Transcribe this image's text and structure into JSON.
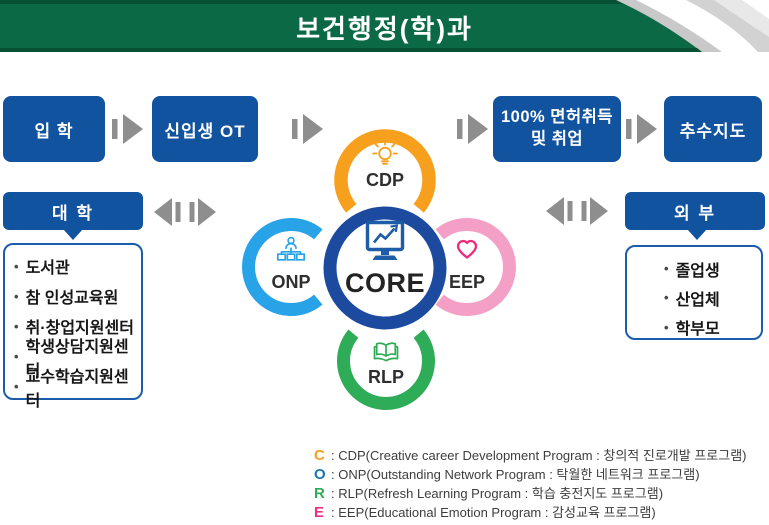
{
  "banner": {
    "title": "보건행정(학)과"
  },
  "flow": {
    "box1": "입 학",
    "box2": "신입생 OT",
    "box3_line1": "100% 면허취득",
    "box3_line2": "및 취업",
    "box4": "추수지도"
  },
  "university": {
    "title": "대 학",
    "items": [
      "도서관",
      "참 인성교육원",
      "취·창업지원센터",
      "학생상담지원센터",
      "교수학습지원센터"
    ]
  },
  "external": {
    "title": "외 부",
    "items": [
      "졸업생",
      "산업체",
      "학부모"
    ]
  },
  "core": {
    "center": "CORE",
    "top": "CDP",
    "left": "ONP",
    "right": "EEP",
    "bottom": "RLP"
  },
  "legend": [
    {
      "letter": "C",
      "text": ": CDP(Creative career Development Program : 창의적 진로개발 프로그램)"
    },
    {
      "letter": "O",
      "text": ": ONP(Outstanding Network Program : 탁월한 네트워크 프로그램)"
    },
    {
      "letter": "R",
      "text": ": RLP(Refresh Learning Program : 학습 충전지도 프로그램)"
    },
    {
      "letter": "E",
      "text": ": EEP(Educational Emotion Program : 감성교육 프로그램)"
    }
  ],
  "glyphs": {
    "bullet": "•"
  },
  "colors": {
    "banner_green": "#0B6A45",
    "banner_green_dark": "#075034",
    "box_blue": "#11539F",
    "list_border_blue": "#1B5CAB",
    "arrow_gray": "#8E8E8E",
    "core_navy": "#1B4A9E",
    "cdp_orange": "#F6A01D",
    "onp_blue": "#29A3E8",
    "eep_pink": "#F4A0C6",
    "eep_heart_pink": "#EE2A7C",
    "rlp_green": "#2EAC57",
    "monitor_blue": "#1E5CA8",
    "legend_o_blue": "#1C75BC",
    "legend_e_pink": "#EC2E8B"
  }
}
